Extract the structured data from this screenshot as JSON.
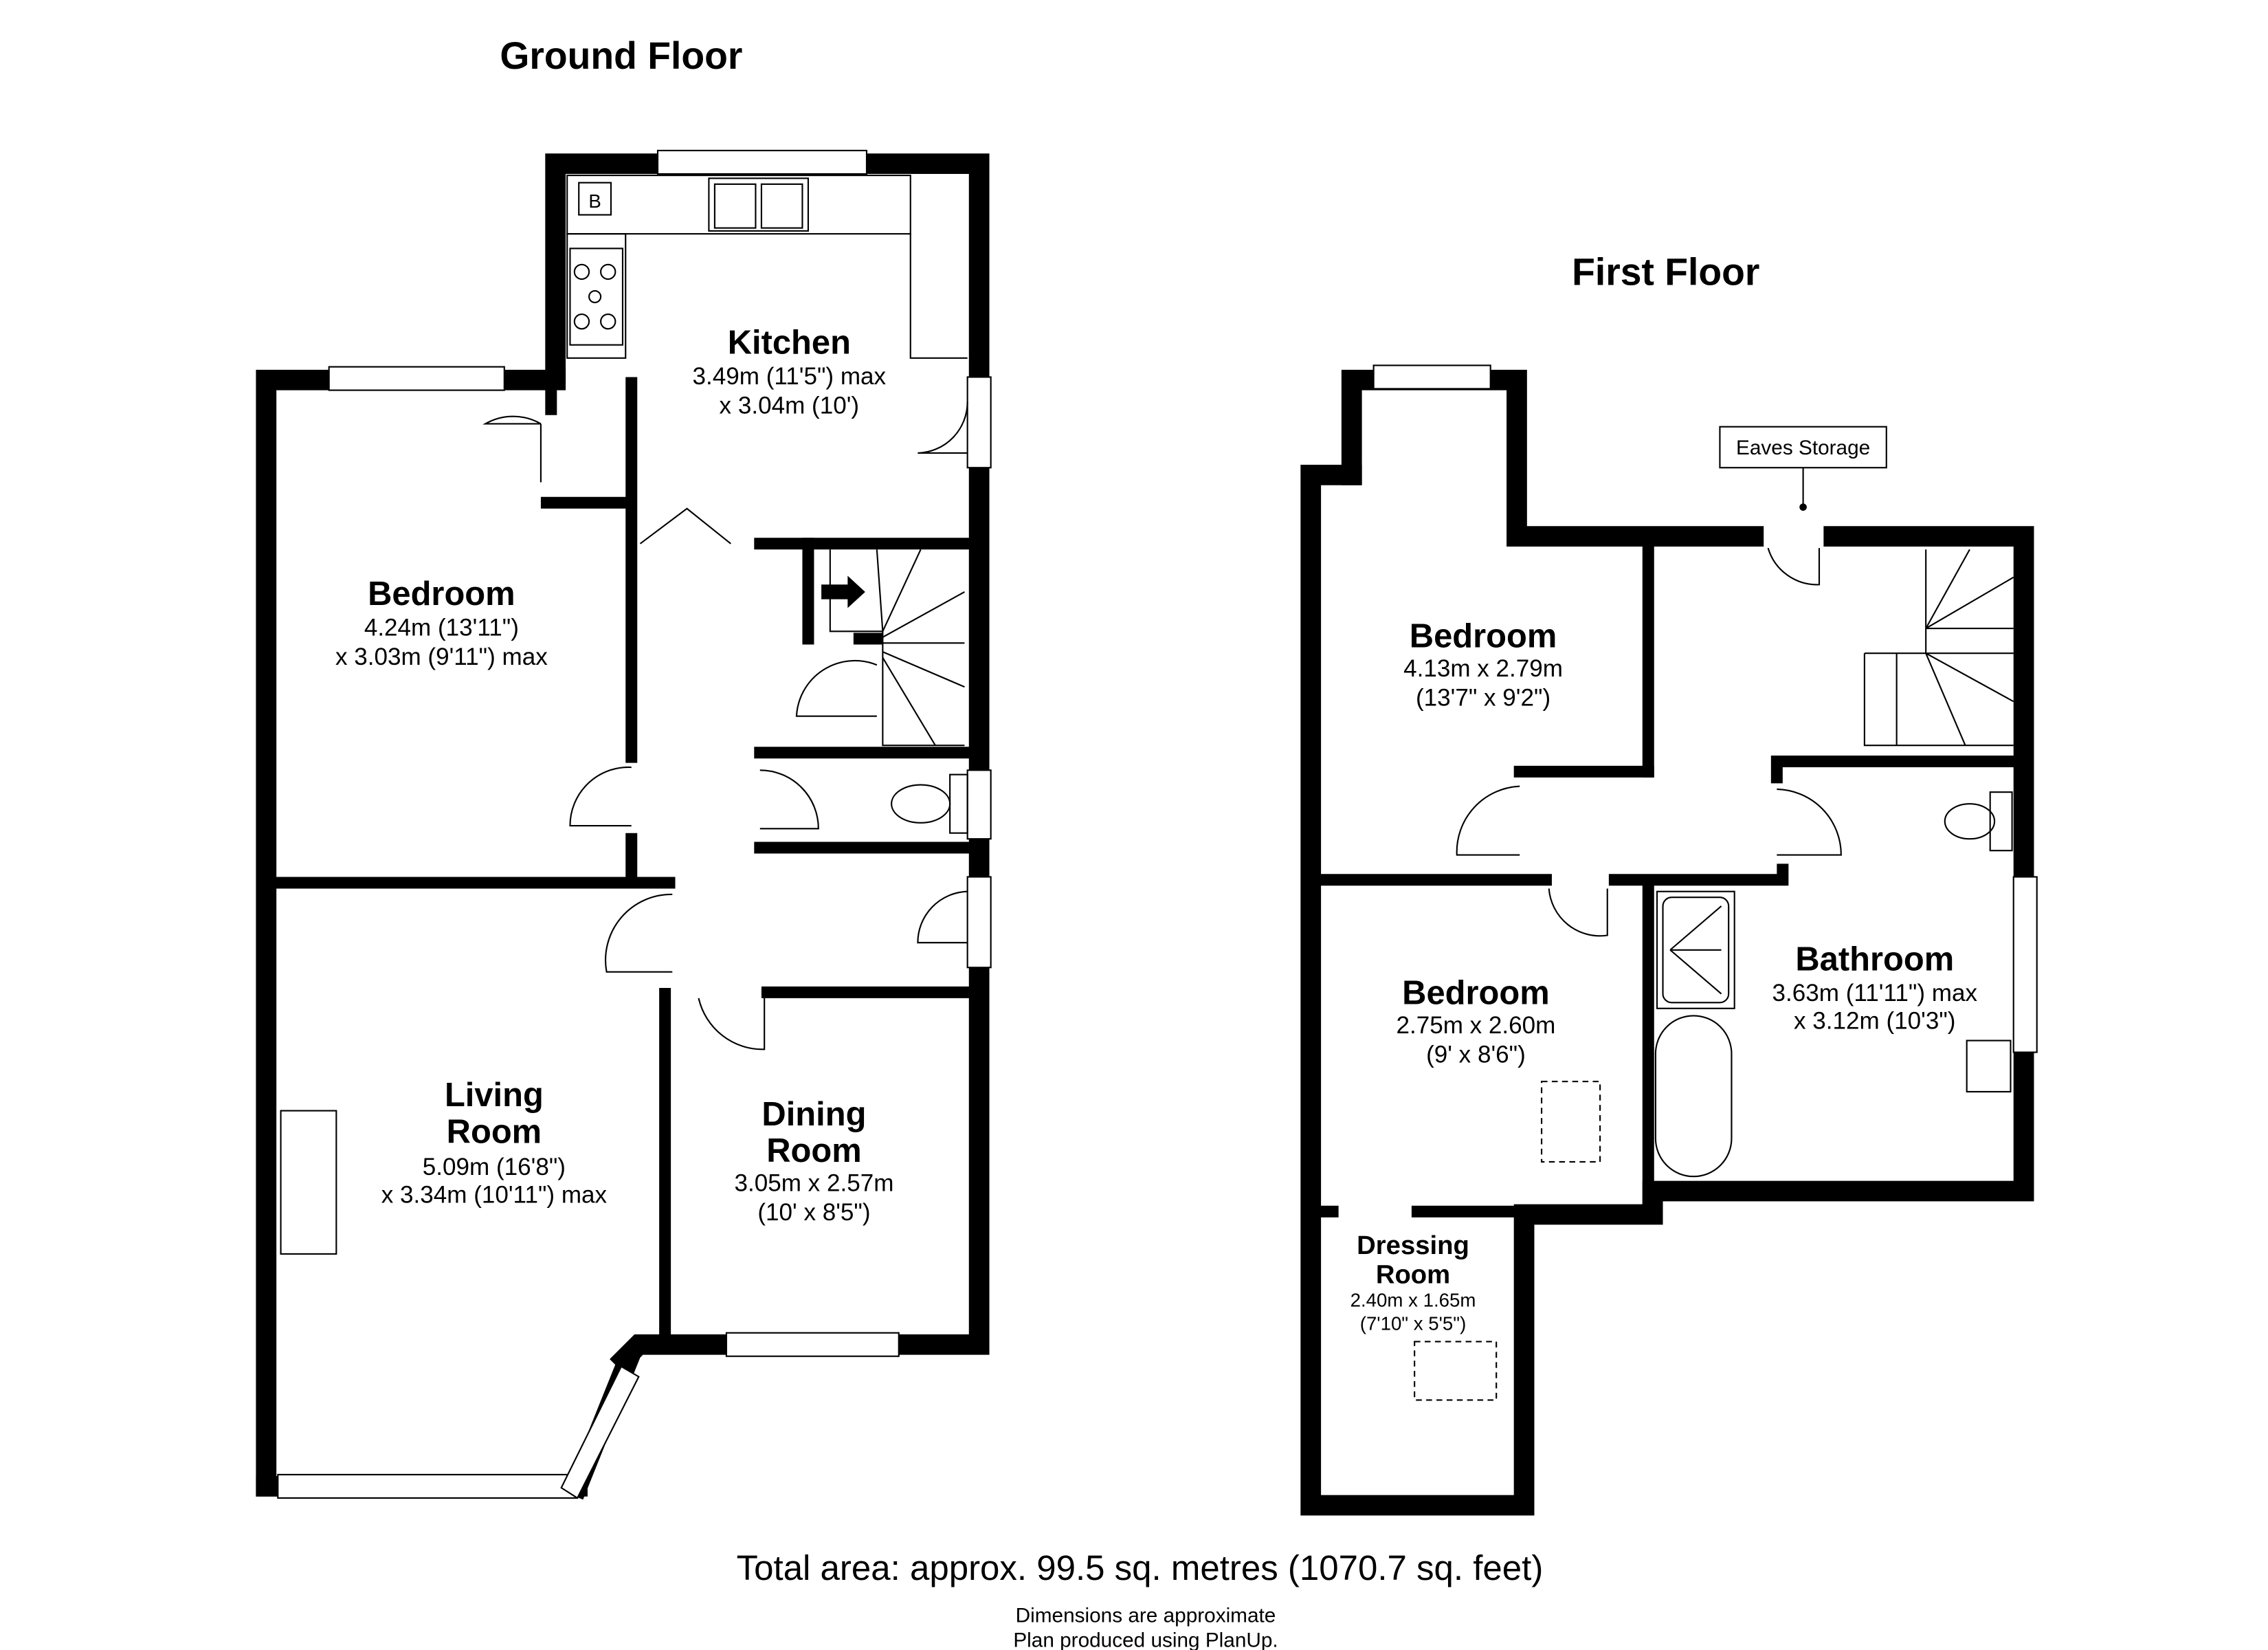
{
  "ground_floor": {
    "title": "Ground Floor",
    "boiler_label": "B",
    "rooms": [
      {
        "name": "Kitchen",
        "dim1": "3.49m (11'5\") max",
        "dim2": "x 3.04m (10')"
      },
      {
        "name": "Bedroom",
        "dim1": "4.24m (13'11\")",
        "dim2": "x 3.03m (9'11\") max"
      },
      {
        "name1": "Living",
        "name2": "Room",
        "dim1": "5.09m (16'8\")",
        "dim2": "x 3.34m (10'11\") max"
      },
      {
        "name1": "Dining",
        "name2": "Room",
        "dim1": "3.05m x 2.57m",
        "dim2": "(10' x 8'5\")"
      }
    ]
  },
  "first_floor": {
    "title": "First Floor",
    "eaves_label": "Eaves Storage",
    "rooms": [
      {
        "name": "Bedroom",
        "dim1": "4.13m x 2.79m",
        "dim2": "(13'7\" x 9'2\")"
      },
      {
        "name": "Bedroom",
        "dim1": "2.75m x 2.60m",
        "dim2": "(9' x 8'6\")"
      },
      {
        "name": "Bathroom",
        "dim1": "3.63m (11'11\") max",
        "dim2": "x 3.12m (10'3\")"
      },
      {
        "name1": "Dressing",
        "name2": "Room",
        "dim1": "2.40m x 1.65m",
        "dim2": "(7'10\" x 5'5\")"
      }
    ]
  },
  "footer": {
    "total_area": "Total area: approx. 99.5 sq. metres (1070.7 sq. feet)",
    "note1": "Dimensions are approximate",
    "note2": "Plan produced using PlanUp."
  }
}
